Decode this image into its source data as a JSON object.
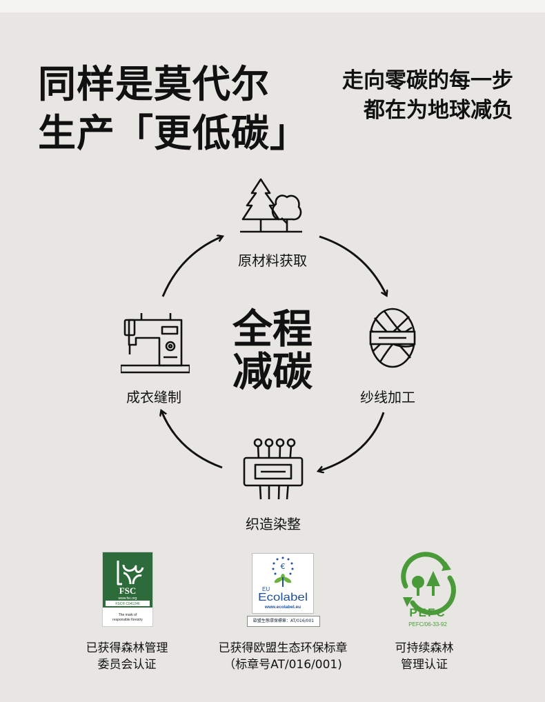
{
  "headline": {
    "line1": "同样是莫代尔",
    "line2": "生产「更低碳」"
  },
  "tagline": {
    "line1": "走向零碳的每一步",
    "line2": "都在为地球减负"
  },
  "center": {
    "line1": "全程",
    "line2": "减碳"
  },
  "stages": [
    {
      "label": "原材料获取",
      "icon": "tree-icon"
    },
    {
      "label": "纱线加工",
      "icon": "yarn-icon"
    },
    {
      "label": "织造染整",
      "icon": "knitting-icon"
    },
    {
      "label": "成衣缝制",
      "icon": "sewing-machine-icon"
    }
  ],
  "certs": [
    {
      "logo": "fsc-logo",
      "text_line1": "已获得森林管理",
      "text_line2": "委员会认证",
      "logo_text": "FSC",
      "logo_url": "www.fsc.org",
      "logo_code": "FSC® C041246",
      "logo_note1": "The mark of",
      "logo_note2": "responsible forestry"
    },
    {
      "logo": "eu-ecolabel-logo",
      "text_line1": "已获得欧盟生态环保标章",
      "text_line2": "（标章号AT/016/001)",
      "logo_text": "Ecolabel",
      "logo_prefix": "EU",
      "logo_url": "www.ecolabel.eu",
      "logo_code": "歐盟生態環保標章：AT/016/001"
    },
    {
      "logo": "pefc-logo",
      "text_line1": "可持续森林",
      "text_line2": "管理认证",
      "logo_text": "PEFC",
      "logo_code": "PEFC/06-33-92"
    }
  ],
  "colors": {
    "background": "#e7e6e2",
    "text": "#111111",
    "fsc_green": "#2e6b3a",
    "eco_blue": "#1d4f9a",
    "eco_green": "#6db33f",
    "pefc_green": "#4a9a3a"
  }
}
